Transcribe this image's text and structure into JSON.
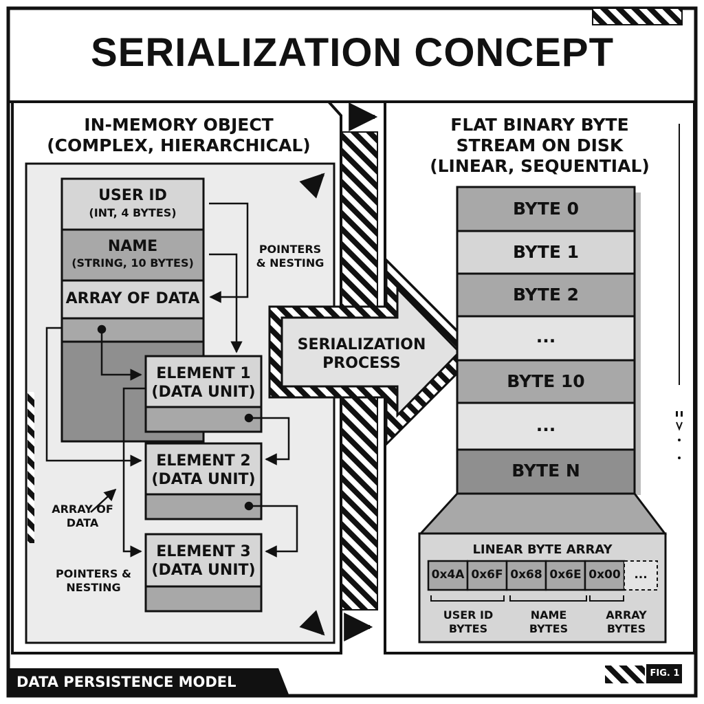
{
  "title": "SERIALIZATION CONCEPT",
  "left_panel": {
    "heading_line1": "IN-MEMORY OBJECT",
    "heading_line2": "(COMPLEX, HIERARCHICAL)",
    "object_fields": [
      {
        "name": "USER ID",
        "detail": "(INT, 4 BYTES)"
      },
      {
        "name": "NAME",
        "detail": "(STRING, 10 BYTES)"
      },
      {
        "name": "ARRAY OF DATA",
        "detail": ""
      }
    ],
    "elements": [
      {
        "name": "ELEMENT 1",
        "detail": "(DATA UNIT)"
      },
      {
        "name": "ELEMENT 2",
        "detail": "(DATA UNIT)"
      },
      {
        "name": "ELEMENT 3",
        "detail": "(DATA UNIT)"
      }
    ],
    "annotation_pointers_top_line1": "POINTERS",
    "annotation_pointers_top_line2": "& NESTING",
    "annotation_array_line1": "ARRAY OF",
    "annotation_array_line2": "DATA",
    "annotation_pointers_bottom_line1": "POINTERS &",
    "annotation_pointers_bottom_line2": "NESTING"
  },
  "process": {
    "label_line1": "SERIALIZATION",
    "label_line2": "PROCESS"
  },
  "right_panel": {
    "heading_line1": "FLAT BINARY BYTE",
    "heading_line2": "STREAM ON DISK",
    "heading_line3": "(LINEAR, SEQUENTIAL)",
    "bytes": [
      "BYTE 0",
      "BYTE 1",
      "BYTE 2",
      "...",
      "BYTE 10",
      "...",
      "BYTE N"
    ],
    "array_title": "LINEAR BYTE ARRAY",
    "hex_values": [
      "0x4A",
      "0x6F",
      "0x68",
      "0x6E",
      "0x00",
      "..."
    ],
    "groups": [
      {
        "line1": "USER ID",
        "line2": "BYTES"
      },
      {
        "line1": "NAME",
        "line2": "BYTES"
      },
      {
        "line1": "ARRAY",
        "line2": "BYTES"
      }
    ]
  },
  "footer": {
    "label": "DATA PERSISTENCE MODEL",
    "fig": "FIG. 1"
  },
  "colors": {
    "ink": "#111111",
    "paper": "#ffffff",
    "panel": "#ececec",
    "light_gray": "#d6d6d6",
    "mid_gray": "#a8a8a8",
    "dark_gray": "#8f8f8f"
  }
}
